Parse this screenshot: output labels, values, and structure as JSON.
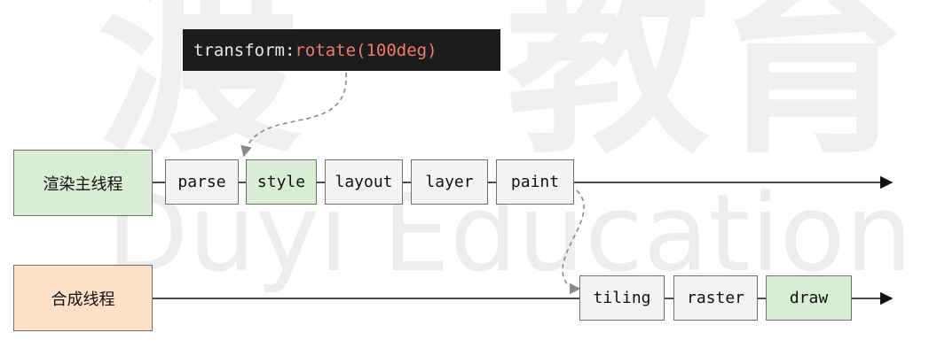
{
  "watermark": {
    "cn": "渡一教育",
    "en": "Duyi Education"
  },
  "code": {
    "property": "transform: ",
    "value": "rotate(100deg)"
  },
  "threads": {
    "main": "渲染主线程",
    "compositor": "合成线程"
  },
  "main_steps": [
    "parse",
    "style",
    "layout",
    "layer",
    "paint"
  ],
  "compositor_steps": [
    "tiling",
    "raster",
    "draw"
  ],
  "colors": {
    "green": "#d9ecd4",
    "orange": "#fde2c8",
    "code_bg": "#1c1c1c",
    "code_value": "#f07a6a"
  }
}
